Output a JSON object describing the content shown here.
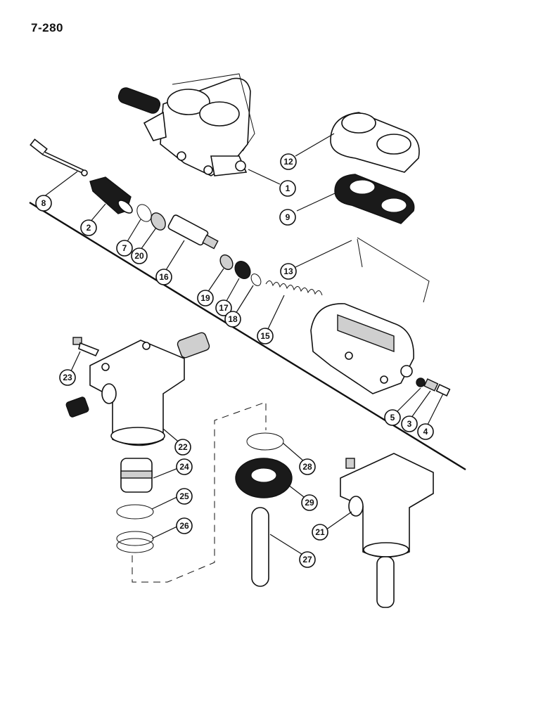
{
  "page": {
    "number": "7-280"
  },
  "callouts": [
    {
      "label": "1"
    },
    {
      "label": "2"
    },
    {
      "label": "3"
    },
    {
      "label": "4"
    },
    {
      "label": "5"
    },
    {
      "label": "7"
    },
    {
      "label": "8"
    },
    {
      "label": "9"
    },
    {
      "label": "12"
    },
    {
      "label": "13"
    },
    {
      "label": "15"
    },
    {
      "label": "16"
    },
    {
      "label": "17"
    },
    {
      "label": "18"
    },
    {
      "label": "19"
    },
    {
      "label": "20"
    },
    {
      "label": "21"
    },
    {
      "label": "22"
    },
    {
      "label": "23"
    },
    {
      "label": "24"
    },
    {
      "label": "25"
    },
    {
      "label": "26"
    },
    {
      "label": "27"
    },
    {
      "label": "28"
    },
    {
      "label": "29"
    }
  ]
}
